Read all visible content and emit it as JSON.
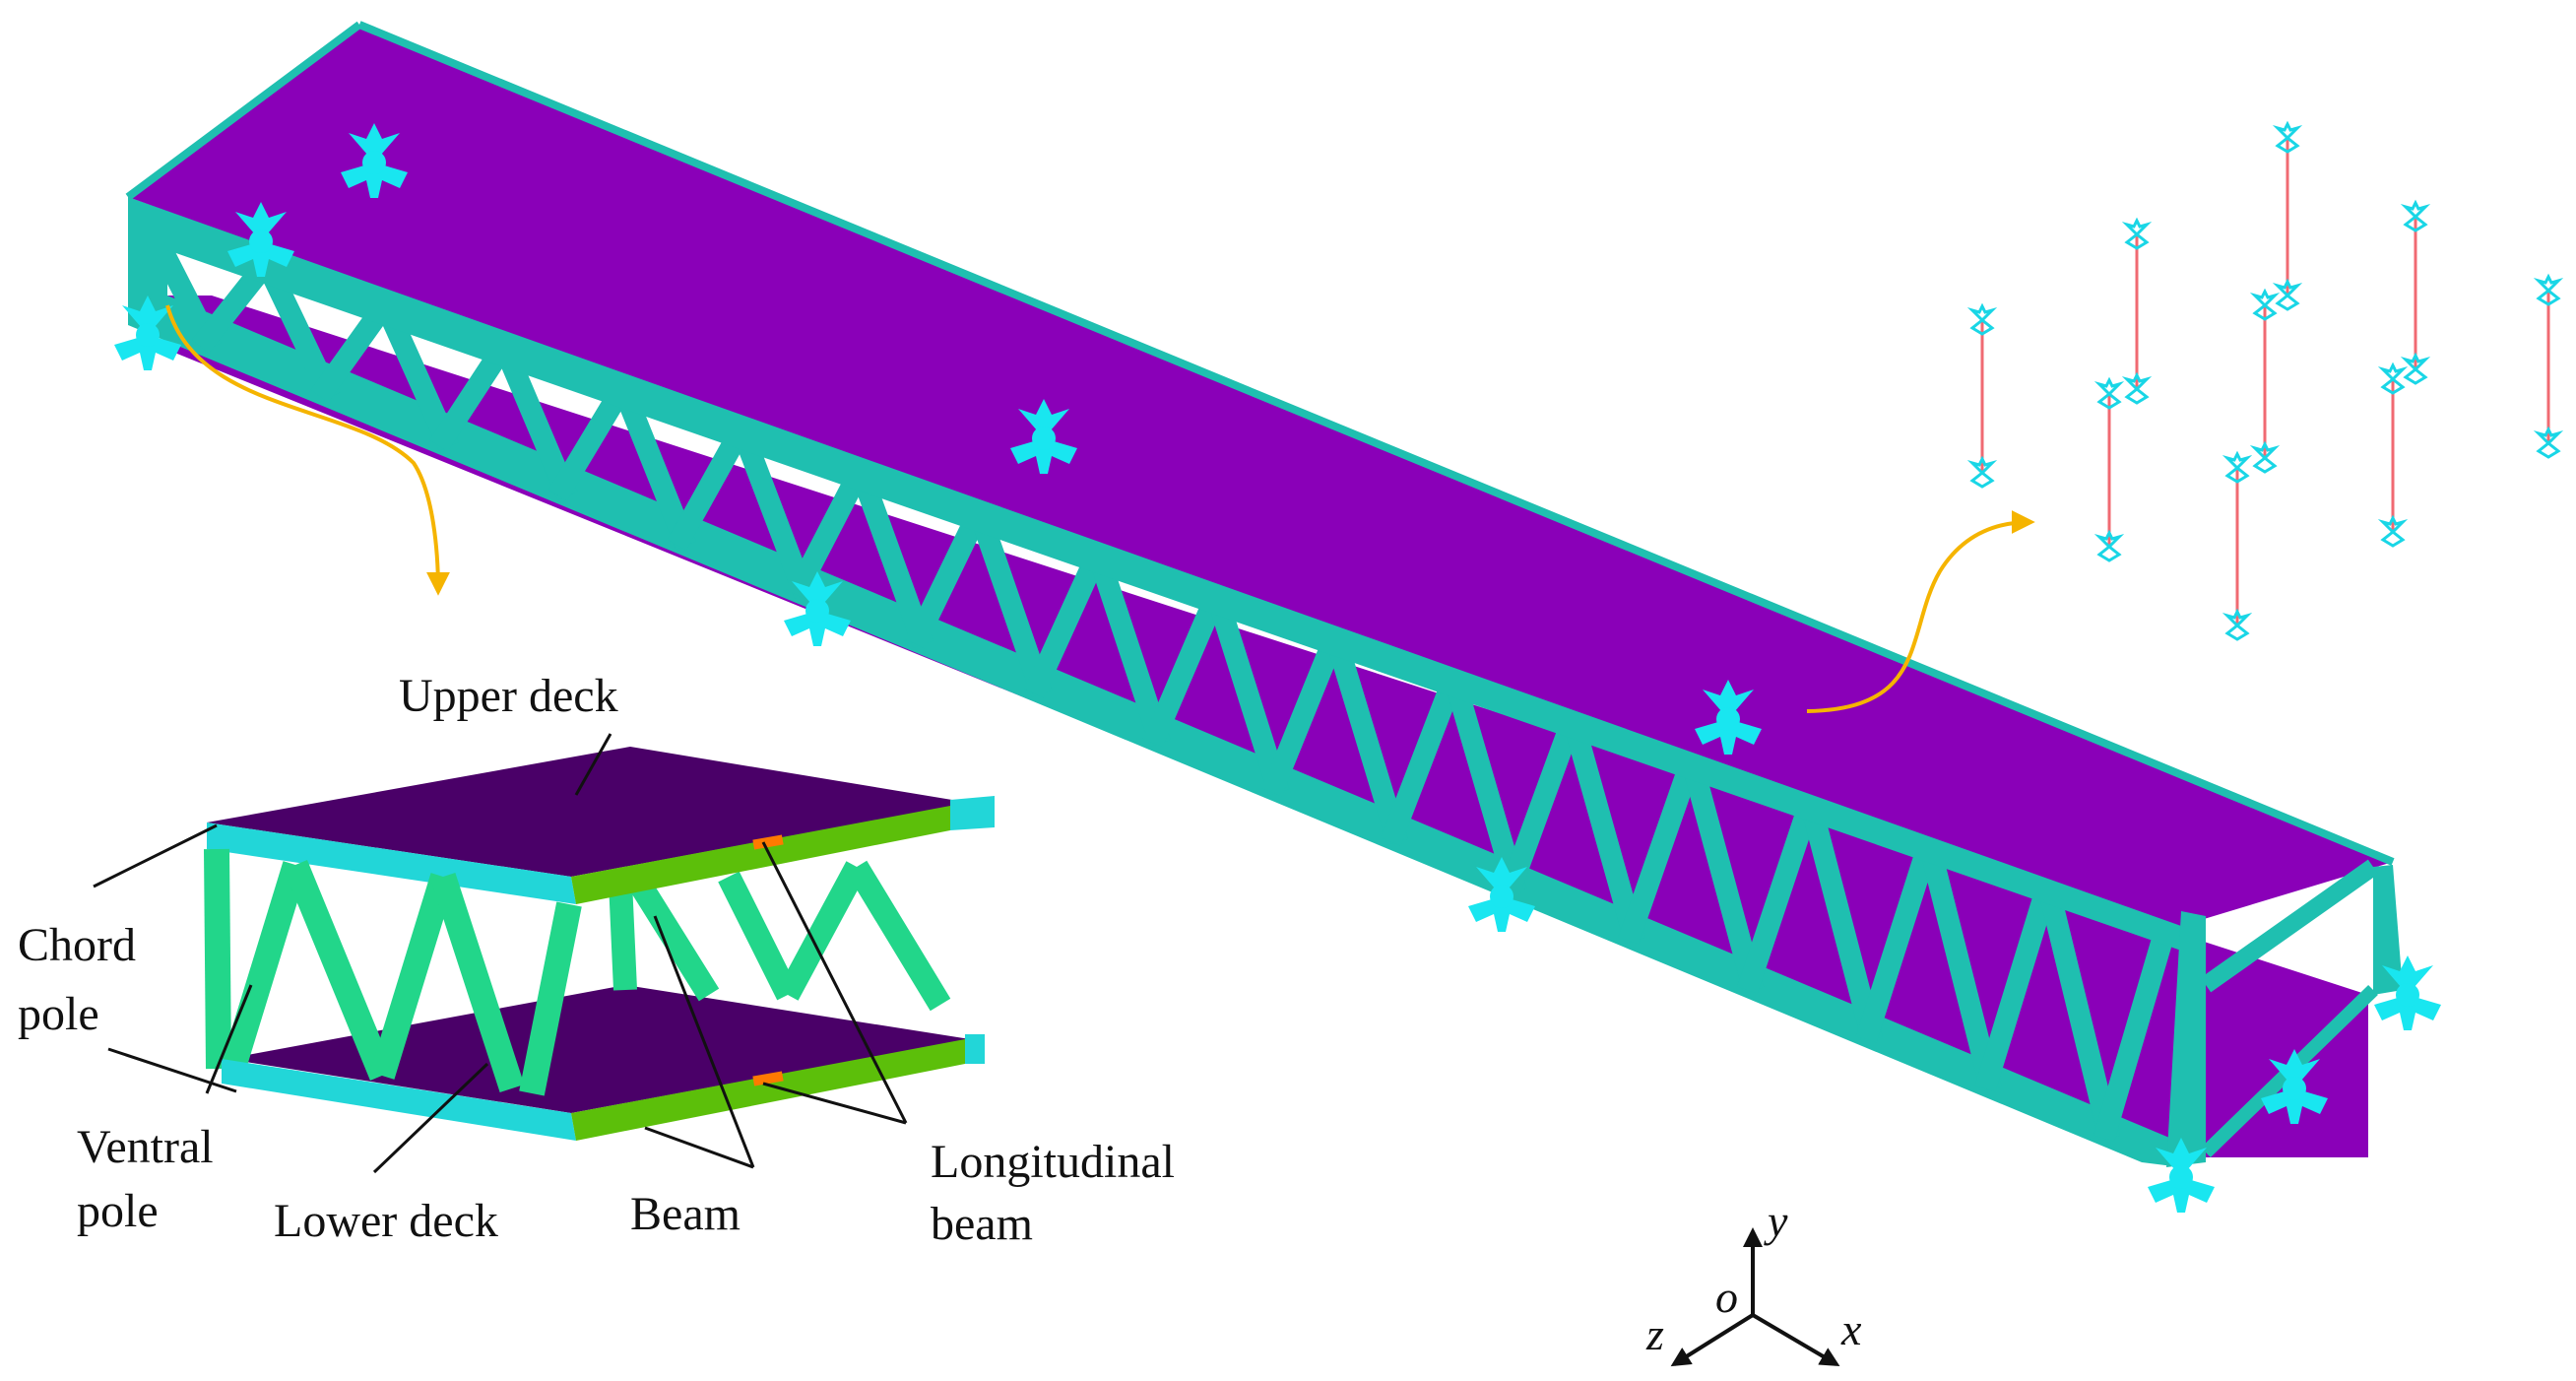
{
  "labels": {
    "upper_deck": "Upper deck",
    "chord_pole_line1": "Chord",
    "chord_pole_line2": "pole",
    "ventral_pole_line1": "Ventral",
    "ventral_pole_line2": "pole",
    "lower_deck": "Lower deck",
    "beam": "Beam",
    "longitudinal_beam_line1": "Longitudinal",
    "longitudinal_beam_line2": "beam"
  },
  "axes": {
    "origin": "o",
    "x": "x",
    "y": "y",
    "z": "z"
  },
  "colors": {
    "deck": "#8a00b8",
    "truss": "#1fbfb0",
    "support": "#19e6f0",
    "spring_line": "#f06a72",
    "arrow": "#f5b400",
    "detail_deck": "#4a0068",
    "detail_chord": "#22d6d8",
    "detail_ventral": "#22d68a",
    "detail_beam": "#5cbf0a",
    "detail_longitudinal": "#ff7a00"
  },
  "icons": {
    "support": "support-anchor-icon",
    "spring": "spring-element-icon"
  }
}
